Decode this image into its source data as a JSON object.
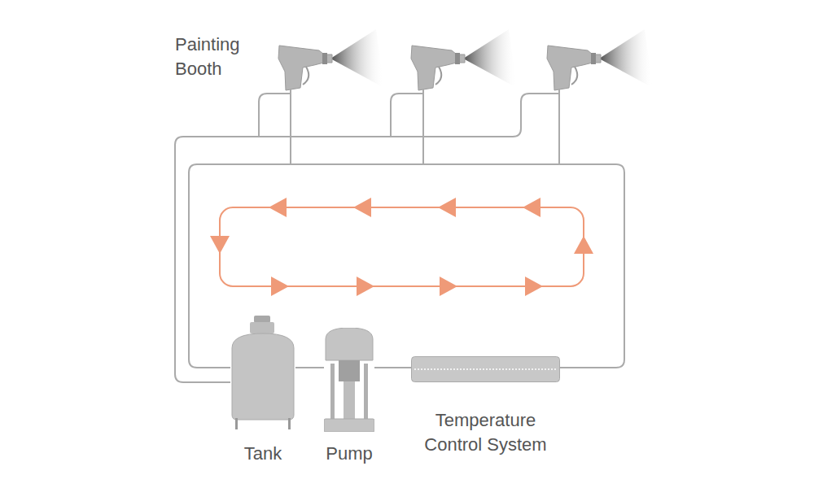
{
  "diagram": {
    "nodes": [
      {
        "text": [
          "Tank"
        ]
      },
      {
        "text": [
          "Pump"
        ]
      },
      {
        "text": [
          "Temperature Control System"
        ]
      }
    ],
    "edges": [
      {
        "from": 0,
        "to": 1,
        "arrow": "none"
      },
      {
        "from": 1,
        "to": 2,
        "arrow": "none"
      },
      {
        "from": 2,
        "to": 0,
        "arrow": "none"
      }
    ],
    "labels": [
      "Painting Booth"
    ]
  }
}
